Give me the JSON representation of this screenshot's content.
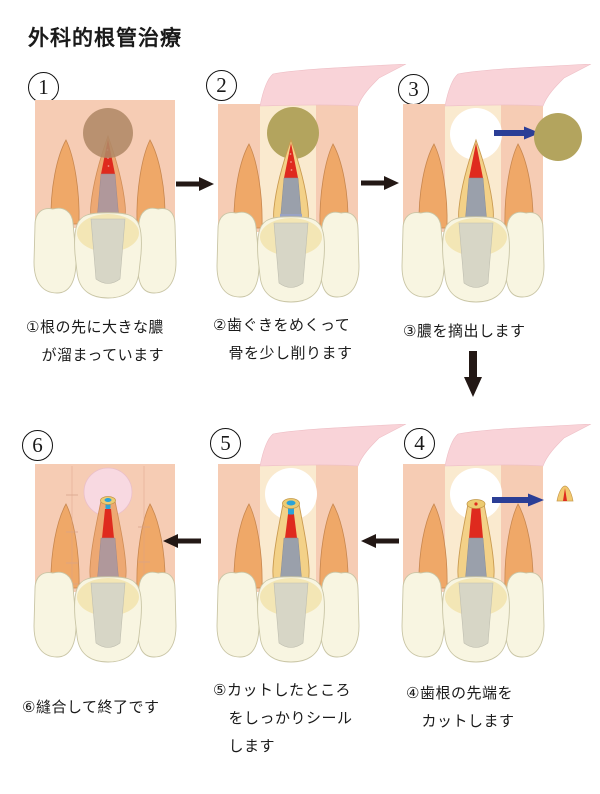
{
  "title": "外科的根管治療",
  "steps": [
    {
      "num": "1",
      "caption": "①根の先に大きな膿\n　が溜まっています"
    },
    {
      "num": "2",
      "caption": "②歯ぐきをめくって\n　骨を少し削ります"
    },
    {
      "num": "3",
      "caption": "③膿を摘出します"
    },
    {
      "num": "4",
      "caption": "④歯根の先端を\n　カットします"
    },
    {
      "num": "5",
      "caption": "⑤カットしたところ\n　をしっかりシール\n　します"
    },
    {
      "num": "6",
      "caption": "⑥縫合して終了です"
    }
  ],
  "colors": {
    "gum": "#f6ccb4",
    "flap_pink": "#f9d3d8",
    "bone_window": "#faeacf",
    "abscess_brown": "#b08966",
    "abscess_olive": "#b3a45e",
    "side_root": "#efa868",
    "exposed_root": "#f3d188",
    "canal_red": "#df2a1e",
    "post_gray": "#9aa0ab",
    "crown_ivory": "#f8f5e1",
    "crown_ring": "#f3e6b5",
    "filling_gray": "#d7d6c6",
    "seal_blue": "#2ba3d8",
    "healing_pink": "#f8d9e1",
    "arrow_black": "#231815",
    "arrow_blue": "#2b3e96"
  }
}
